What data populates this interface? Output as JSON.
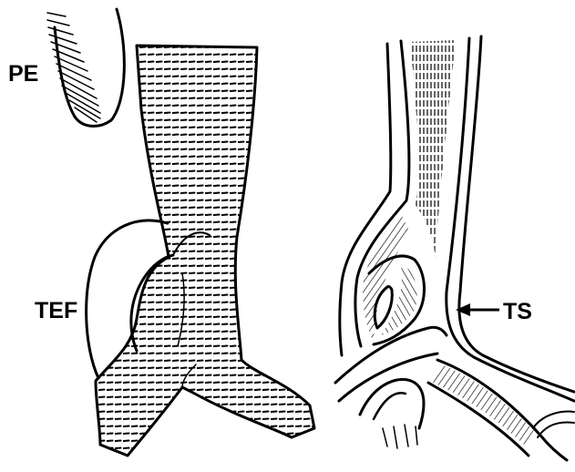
{
  "labels": {
    "pe": "PE",
    "tef": "TEF",
    "ts": "TS"
  },
  "colors": {
    "ink": "#000000",
    "paper": "#ffffff"
  }
}
